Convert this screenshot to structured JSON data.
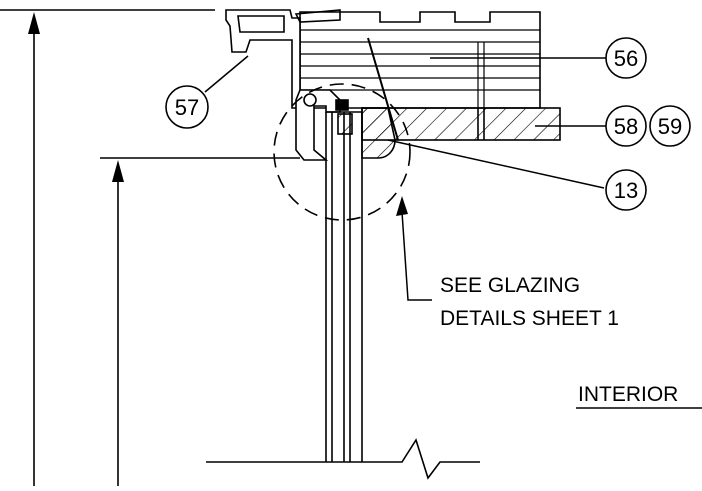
{
  "drawing": {
    "callouts": {
      "c56": "56",
      "c57": "57",
      "c58": "58",
      "c59": "59",
      "c13": "13"
    },
    "note": {
      "line1": "SEE GLAZING",
      "line2": "DETAILS SHEET 1"
    },
    "side_label": "INTERIOR"
  }
}
